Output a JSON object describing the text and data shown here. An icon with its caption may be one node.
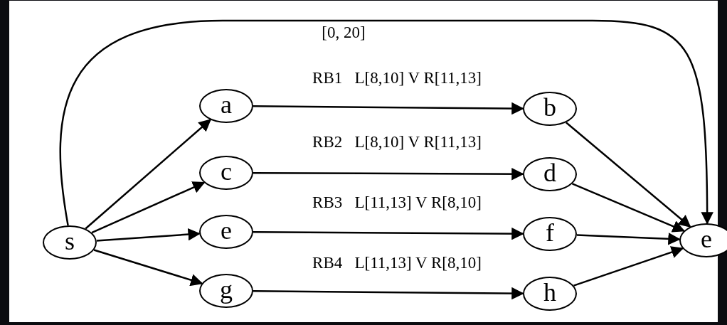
{
  "diagram": {
    "nodes": [
      {
        "text": [
          "s"
        ]
      },
      {
        "text": [
          "a"
        ]
      },
      {
        "text": [
          "b"
        ]
      },
      {
        "text": [
          "c"
        ]
      },
      {
        "text": [
          "d"
        ]
      },
      {
        "text": [
          "e"
        ]
      },
      {
        "text": [
          "f"
        ]
      },
      {
        "text": [
          "g"
        ]
      },
      {
        "text": [
          "h"
        ]
      },
      {
        "text": [
          "e"
        ]
      }
    ],
    "edges": [
      {
        "from": 0,
        "to": 9,
        "arrow": "to",
        "label": "[0, 20]"
      },
      {
        "from": 0,
        "to": 1,
        "arrow": "to"
      },
      {
        "from": 0,
        "to": 3,
        "arrow": "to"
      },
      {
        "from": 0,
        "to": 5,
        "arrow": "to"
      },
      {
        "from": 0,
        "to": 7,
        "arrow": "to"
      },
      {
        "from": 1,
        "to": 2,
        "arrow": "to",
        "label": "RB1   L[8,10] V R[11,13]"
      },
      {
        "from": 3,
        "to": 4,
        "arrow": "to",
        "label": "RB2   L[8,10] V R[11,13]"
      },
      {
        "from": 5,
        "to": 6,
        "arrow": "to",
        "label": "RB3   L[11,13] V R[8,10]"
      },
      {
        "from": 7,
        "to": 8,
        "arrow": "to",
        "label": "RB4   L[11,13] V R[8,10]"
      },
      {
        "from": 2,
        "to": 9,
        "arrow": "to"
      },
      {
        "from": 4,
        "to": 9,
        "arrow": "to"
      },
      {
        "from": 6,
        "to": 9,
        "arrow": "to"
      },
      {
        "from": 8,
        "to": 9,
        "arrow": "to"
      }
    ]
  }
}
